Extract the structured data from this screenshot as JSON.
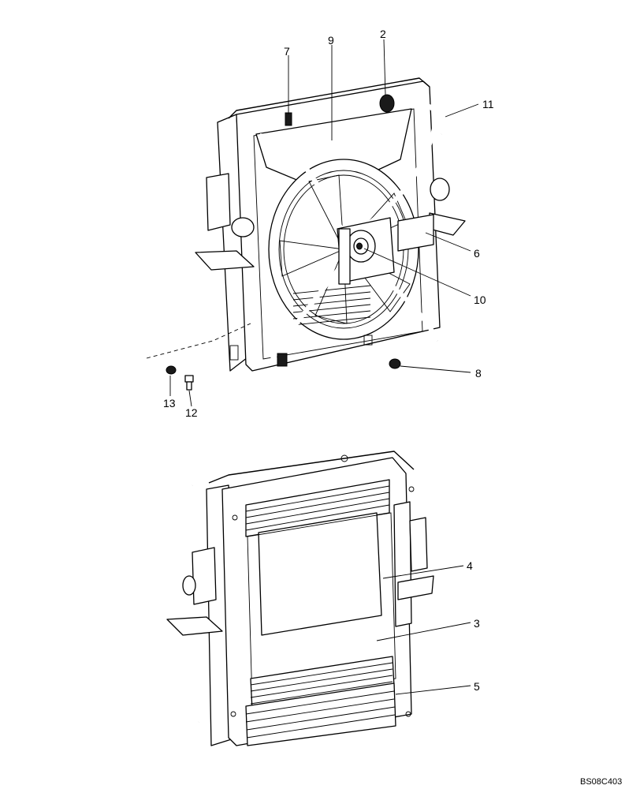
{
  "callouts": {
    "c1": "2",
    "c2": "3",
    "c3": "4",
    "c4": "5",
    "c5": "6",
    "c6": "7",
    "c7": "8",
    "c8": "9",
    "c9": "10",
    "c10": "11",
    "c11": "12",
    "c12": "13"
  },
  "drawing_code": "BS08C403"
}
